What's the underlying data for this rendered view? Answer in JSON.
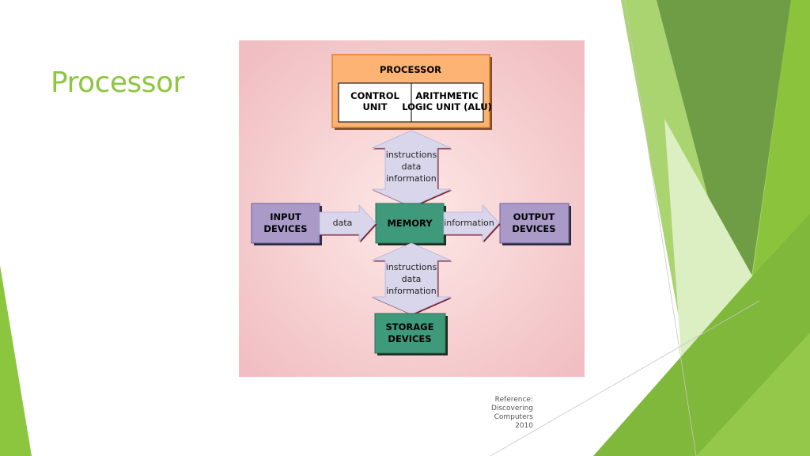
{
  "slide": {
    "title": "Processor",
    "reference": [
      "Reference:",
      "Discovering",
      "Computers",
      "2010"
    ]
  },
  "diagram": {
    "processor": {
      "title": "PROCESSOR",
      "control_unit": [
        "CONTROL",
        "UNIT"
      ],
      "alu": [
        "ARITHMETIC",
        "LOGIC UNIT (ALU)"
      ]
    },
    "memory": "MEMORY",
    "input": [
      "INPUT",
      "DEVICES"
    ],
    "output": [
      "OUTPUT",
      "DEVICES"
    ],
    "storage": [
      "STORAGE",
      "DEVICES"
    ],
    "arrow_top": [
      "instructions",
      "data",
      "information"
    ],
    "arrow_bottom": [
      "instructions",
      "data",
      "information"
    ],
    "arrow_left": "data",
    "arrow_right": "information"
  },
  "colors": {
    "title": "#8dc63f",
    "processor_fill": "#fcb373",
    "memory_fill": "#3f9a7c",
    "device_fill": "#a99ac8",
    "arrow_fill": "#d9d6ec",
    "background_fill": "#f3c5c8"
  }
}
